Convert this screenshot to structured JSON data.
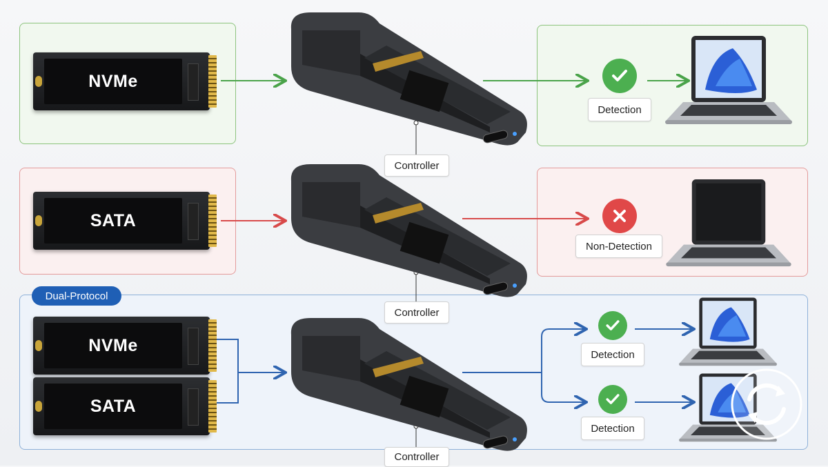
{
  "rows": {
    "nvme": {
      "ssd_label": "NVMe",
      "controller_label": "Controller",
      "result_label": "Detection"
    },
    "sata": {
      "ssd_label": "SATA",
      "controller_label": "Controller",
      "result_label": "Non-Detection"
    },
    "dual": {
      "badge": "Dual-Protocol",
      "ssd_top_label": "NVMe",
      "ssd_bottom_label": "SATA",
      "controller_label": "Controller",
      "result_top_label": "Detection",
      "result_bottom_label": "Detection"
    }
  },
  "colors": {
    "success": "#4caf50",
    "error": "#e04848",
    "accent_blue": "#1f5fb5",
    "arrow_green": "#4aa34a",
    "arrow_red": "#d84a4a",
    "arrow_blue": "#2f64b0"
  },
  "icons": [
    "check-icon",
    "cross-icon",
    "usb-c-port-icon",
    "laptop-icon",
    "sync-watermark-icon"
  ]
}
